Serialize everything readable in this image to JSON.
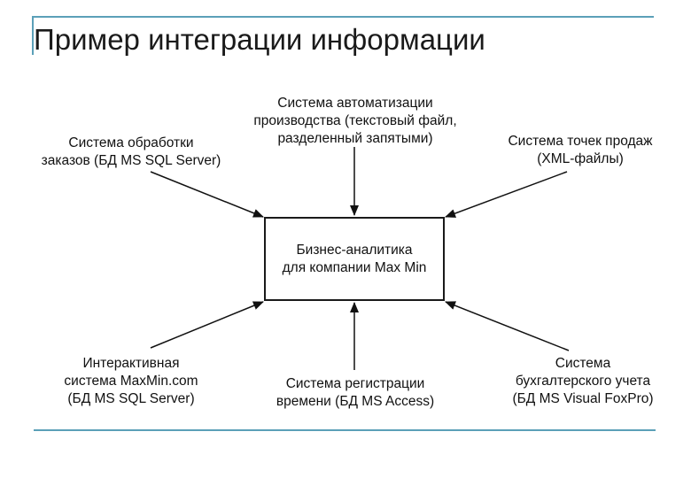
{
  "title": "Пример интеграции информации",
  "center": {
    "line1": "Бизнес-аналитика",
    "line2": "для компании Max Min"
  },
  "sources": {
    "orders": {
      "line1": "Система обработки",
      "line2": "заказов (БД MS SQL Server)"
    },
    "production": {
      "line1": "Система автоматизации",
      "line2": "производства (текстовый файл,",
      "line3": "разделенный запятыми)"
    },
    "pos": {
      "line1": "Система точек продаж",
      "line2": "(XML-файлы)"
    },
    "web": {
      "line1": "Интерактивная",
      "line2": "система MaxMin.com",
      "line3": "(БД MS SQL Server)"
    },
    "time": {
      "line1": "Система регистрации",
      "line2": "времени (БД MS Access)"
    },
    "accounting": {
      "line1": "Система",
      "line2": "бухгалтерского учета",
      "line3": "(БД MS Visual FoxPro)"
    }
  }
}
